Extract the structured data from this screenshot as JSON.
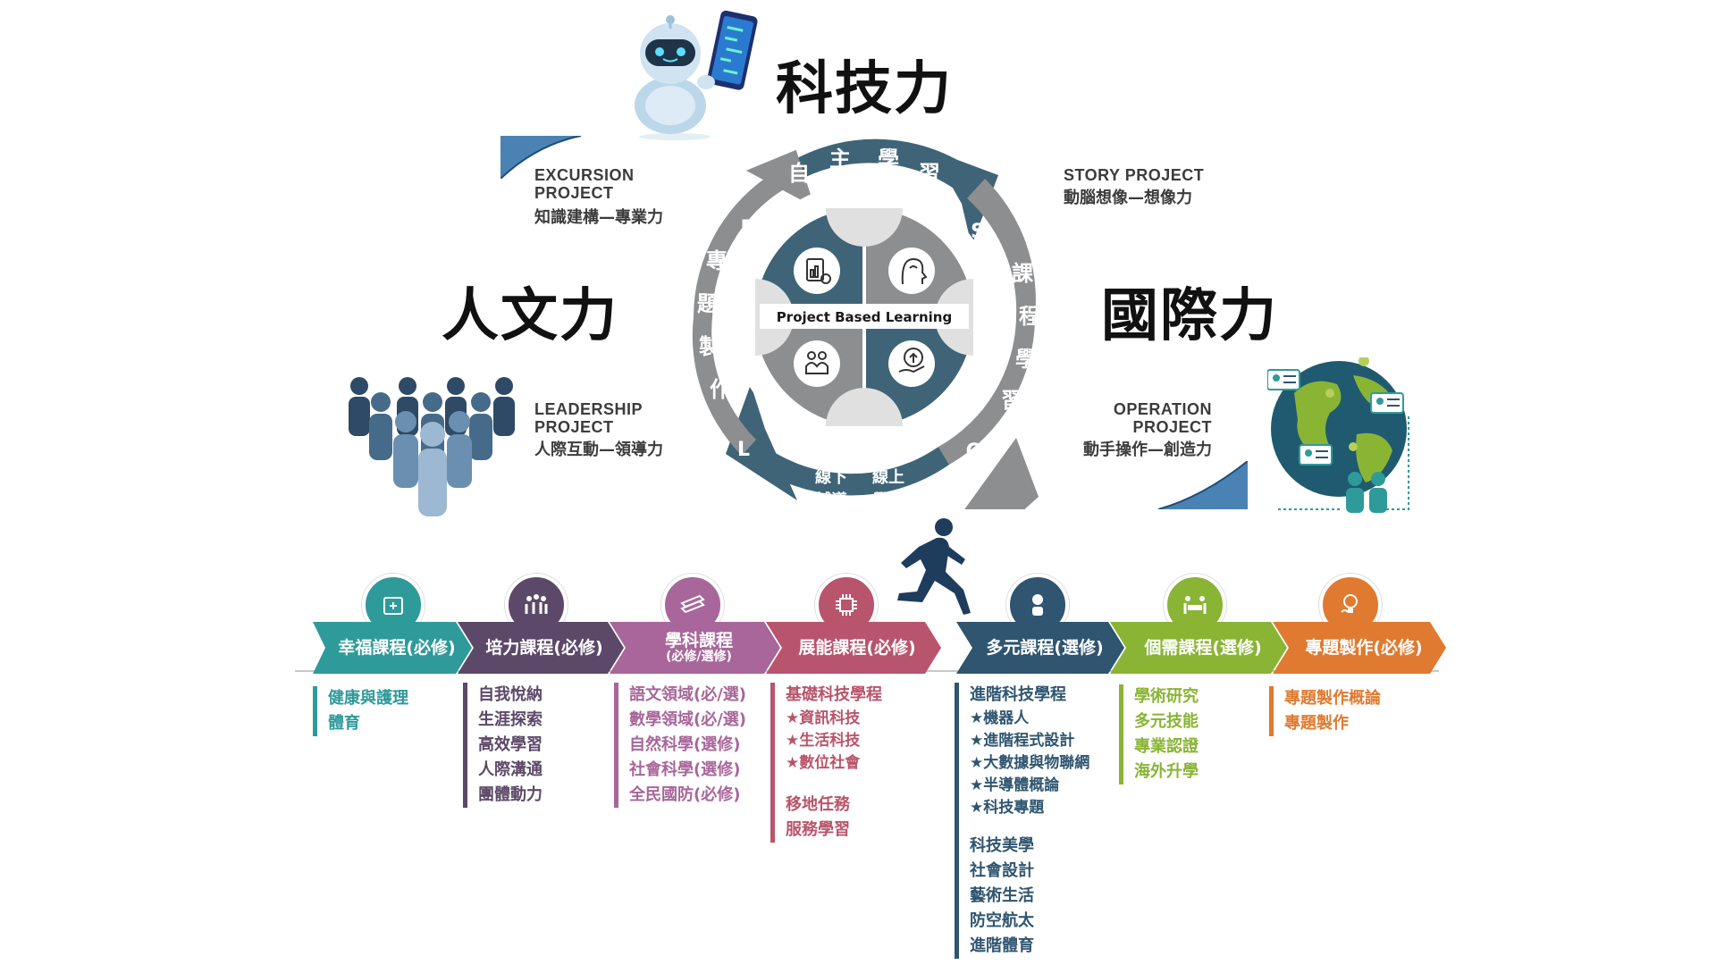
{
  "headings": {
    "tech": "科技力",
    "humanities": "人文力",
    "international": "國際力"
  },
  "projects": {
    "excursion": {
      "en1": "EXCURSION",
      "en2": "PROJECT",
      "zh": "知識建構—專業力"
    },
    "story": {
      "en1": "STORY PROJECT",
      "zh": "動腦想像—想像力"
    },
    "leadership": {
      "en1": "LEADERSHIP",
      "en2": "PROJECT",
      "zh": "人際互動—領導力"
    },
    "operation": {
      "en1": "OPERATION",
      "en2": "PROJECT",
      "zh": "動手操作—創造力"
    }
  },
  "cycle": {
    "center_label": "Project Based Learning",
    "letters": {
      "e": "E",
      "s": "S",
      "o": "O",
      "l": "L"
    },
    "top": [
      "自",
      "主",
      "學",
      "習"
    ],
    "right": [
      "課",
      "程",
      "學",
      "習"
    ],
    "left": [
      "專",
      "題",
      "製",
      "作"
    ],
    "bottom": {
      "left1": "線下",
      "left2": "輔導",
      "right1": "線上",
      "right2": "學習"
    },
    "colors": {
      "dark": "#3f6478",
      "gray": "#8d8e90",
      "light": "#d8d8d8"
    }
  },
  "categories": [
    {
      "label": "幸福課程(必修)",
      "sub": "",
      "color": "#2f9a9a",
      "icon": "first-aid-icon",
      "items": [
        "健康與護理",
        "體育"
      ]
    },
    {
      "label": "培力課程(必修)",
      "sub": "",
      "color": "#5c4868",
      "icon": "group-icon",
      "items": [
        "自我悅納",
        "生涯探索",
        "高效學習",
        "人際溝通",
        "團體動力"
      ]
    },
    {
      "label": "學科課程",
      "sub": "(必修/選修)",
      "color": "#a8669a",
      "icon": "books-icon",
      "items": [
        "語文領域(必/選)",
        "數學領域(必/選)",
        "自然科學(選修)",
        "社會科學(選修)",
        "全民國防(必修)"
      ]
    },
    {
      "label": "展能課程(必修)",
      "sub": "",
      "color": "#b8546c",
      "icon": "chip-icon",
      "items": [
        "基礎科技學程",
        "★資訊科技",
        "★生活科技",
        "★數位社會",
        "",
        "移地任務",
        "服務學習"
      ]
    },
    {
      "label": "多元課程(選修)",
      "sub": "",
      "color": "#2f5570",
      "icon": "robot-head-icon",
      "items": [
        "進階科技學程",
        "★機器人",
        "★進階程式設計",
        "★大數據與物聯網",
        "★半導體概論",
        "★科技專題",
        "",
        "科技美學",
        "社會設計",
        "藝術生活",
        "防空航太",
        "進階體育"
      ]
    },
    {
      "label": "個需課程(選修)",
      "sub": "",
      "color": "#8ab434",
      "icon": "meeting-icon",
      "items": [
        "學術研究",
        "多元技能",
        "專業認證",
        "海外升學"
      ]
    },
    {
      "label": "專題製作(必修)",
      "sub": "",
      "color": "#e07a30",
      "icon": "idea-icon",
      "items": [
        "專題製作概論",
        "專題製作"
      ]
    }
  ]
}
